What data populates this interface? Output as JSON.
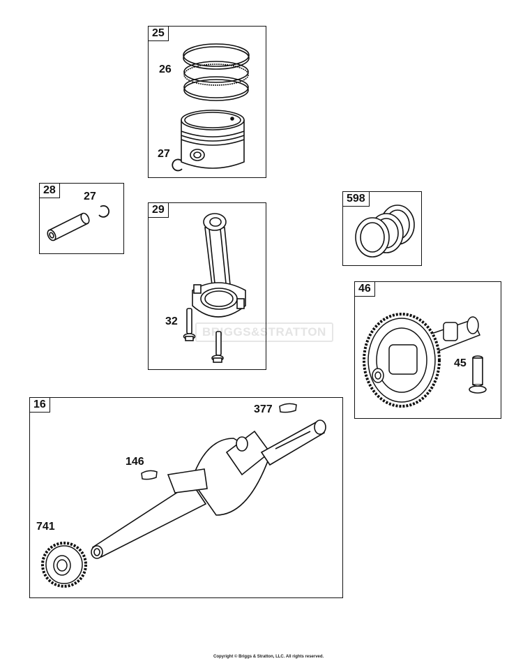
{
  "boxes": {
    "b25": "25",
    "b28": "28",
    "b29": "29",
    "b598": "598",
    "b46": "46",
    "b16": "16"
  },
  "labels": {
    "l26": "26",
    "l27a": "27",
    "l27b": "27",
    "l32": "32",
    "l45": "45",
    "l377": "377",
    "l146": "146",
    "l741": "741"
  },
  "watermark": "BRIGGS&STRATTON",
  "copyright": "Copyright © Briggs & Stratton, LLC. All rights reserved."
}
